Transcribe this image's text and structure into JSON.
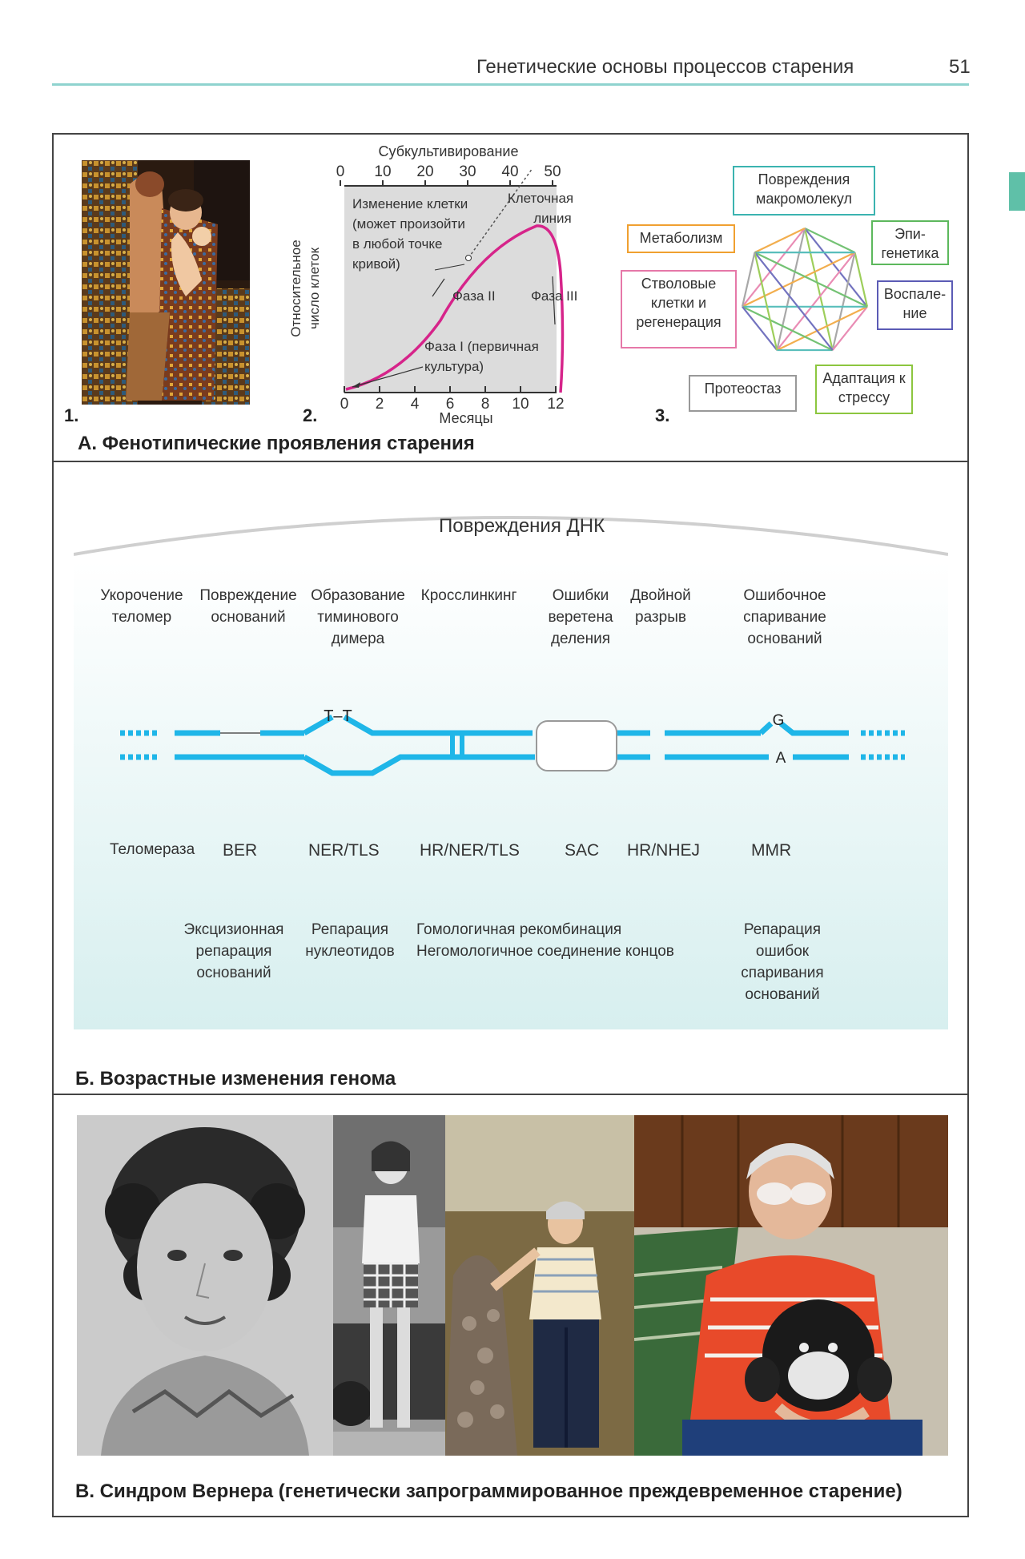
{
  "header": {
    "title": "Генетические основы процессов старения",
    "page_number": "51"
  },
  "panel_a": {
    "caption": "A. Фенотипические проявления старения",
    "item1_number": "1.",
    "item2_number": "2.",
    "item3_number": "3.",
    "painting_label": "painting",
    "chart": {
      "top_axis_label": "Субкультивирование",
      "top_ticks": [
        "0",
        "10",
        "20",
        "30",
        "40",
        "50"
      ],
      "bottom_axis_label": "Месяцы",
      "bottom_ticks": [
        "0",
        "2",
        "4",
        "6",
        "8",
        "10",
        "12"
      ],
      "y_label_line1": "Относительное",
      "y_label_line2": "число клеток",
      "annotation_change": [
        "Изменение клетки",
        "(может произойти",
        "в любой точке",
        "кривой)"
      ],
      "annotation_line": [
        "Клеточная",
        "линия"
      ],
      "phase1": [
        "Фаза I (первичная",
        "культура)"
      ],
      "phase2": "Фаза II",
      "phase3": "Фаза III"
    },
    "network": {
      "nodes": [
        "Повреждения макромолекул",
        "Эпи- генетика",
        "Воспале- ние",
        "Адаптация к стрессу",
        "Протеостаз",
        "Стволовые клетки и регенерация",
        "Метаболизм"
      ],
      "node_colors": [
        "#3bb3b0",
        "#5cb85c",
        "#5b5bb5",
        "#8cc63f",
        "#999999",
        "#e678a8",
        "#f0a030"
      ]
    }
  },
  "panel_b": {
    "caption": "Б. Возрастные изменения генома",
    "title": "Повреждения ДНК",
    "damage_types": [
      [
        "Укорочение",
        "теломер"
      ],
      [
        "Повреждение",
        "оснований"
      ],
      [
        "Образование",
        "тиминового",
        "димера"
      ],
      [
        "Кросслинкинг"
      ],
      [
        "Ошибки",
        "веретена",
        "деления"
      ],
      [
        "Двойной",
        "разрыв"
      ],
      [
        "Ошибочное",
        "спаривание",
        "оснований"
      ]
    ],
    "dimer_label": "T–T",
    "mismatch_top": "G",
    "mismatch_bottom": "A",
    "repair_abbrevs": [
      "Теломераза",
      "BER",
      "NER/TLS",
      "HR/NER/TLS",
      "SAC",
      "HR/NHEJ",
      "MMR"
    ],
    "repair_names": {
      "ber": [
        "Эксцизионная",
        "репарация",
        "оснований"
      ],
      "ner": [
        "Репарация",
        "нуклеотидов"
      ],
      "hr": [
        "Гомологичная рекомбинация",
        "Негомологичное соединение концов"
      ],
      "mmr": [
        "Репарация",
        "ошибок",
        "спаривания",
        "оснований"
      ]
    }
  },
  "panel_c": {
    "caption": "В. Синдром Вернера (генетически запрограммированное преждевременное старение)",
    "photos": [
      "portrait-child",
      "young-woman",
      "middle-aged-woman",
      "elderly-woman-with-dog"
    ]
  }
}
